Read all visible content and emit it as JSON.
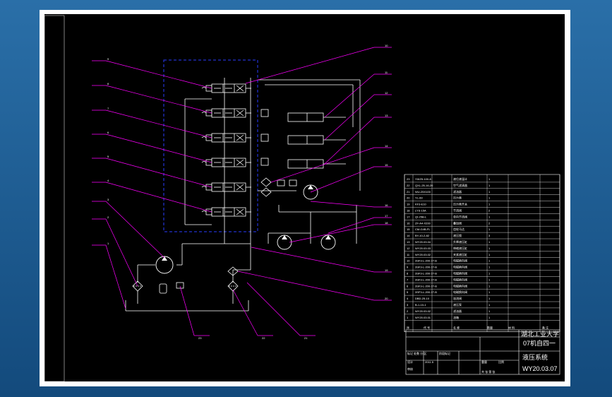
{
  "colors": {
    "background": "#1b5a90",
    "paper_border": "#ffffff",
    "sheet": "#000000",
    "lines": "#ffffff",
    "leaders": "#ff00ff",
    "dashed_box": "#2a3cff"
  },
  "callouts_left": [
    "9",
    "8",
    "7",
    "6",
    "5",
    "4",
    "3",
    "2",
    "1"
  ],
  "callouts_right": [
    "10",
    "11",
    "12",
    "13",
    "14",
    "15",
    "16",
    "17",
    "18",
    "19",
    "20"
  ],
  "callouts_bottom": [
    "23",
    "22",
    "21"
  ],
  "bom_rows": [
    {
      "no": "23",
      "code": "YWZ5-100-8",
      "name": "液位液温计",
      "qty": "1"
    },
    {
      "no": "22",
      "code": "QXL-25-16-20",
      "name": "空气滤清器",
      "qty": "1"
    },
    {
      "no": "21",
      "code": "WU-25X100",
      "name": "滤油器",
      "qty": "1"
    },
    {
      "no": "20",
      "code": "YL-60",
      "name": "压力表",
      "qty": "1"
    },
    {
      "no": "19",
      "code": "KF3-E10",
      "name": "压力表开关",
      "qty": "1"
    },
    {
      "no": "18",
      "code": "LYS-15A",
      "name": "节流阀",
      "qty": "2"
    },
    {
      "no": "17",
      "code": "QI-25B-L",
      "name": "单向节流阀",
      "qty": "1"
    },
    {
      "no": "16",
      "code": "ZF-A4-X200",
      "name": "叠加阀",
      "qty": "2"
    },
    {
      "no": "15",
      "code": "CM-G4B-FL",
      "name": "齿轮马达",
      "qty": "1"
    },
    {
      "no": "14",
      "code": "BY-10-2-82",
      "name": "液压锁",
      "qty": "3"
    },
    {
      "no": "13",
      "code": "WY20.03.04",
      "name": "升降液压缸",
      "qty": "1"
    },
    {
      "no": "12",
      "code": "WY20.03.03",
      "name": "伸缩液压缸",
      "qty": "1"
    },
    {
      "no": "11",
      "code": "WY20.03.02",
      "name": "夹紧液压缸",
      "qty": "1"
    },
    {
      "no": "10",
      "code": "3SF3-L-200-1T-B",
      "name": "电磁换向阀",
      "qty": "1"
    },
    {
      "no": "9",
      "code": "3SF3-L-200-1T-B",
      "name": "电磁换向阀",
      "qty": "1"
    },
    {
      "no": "8",
      "code": "3SF3-L-200-1T-B",
      "name": "电磁换向阀",
      "qty": "1"
    },
    {
      "no": "7",
      "code": "3SF3-L-200-1T-B",
      "name": "电磁换向阀",
      "qty": "1"
    },
    {
      "no": "6",
      "code": "3SF3-L-200-1T-B",
      "name": "电磁换向阀",
      "qty": "1"
    },
    {
      "no": "5",
      "code": "3SF3-L-200-1T-B",
      "name": "电磁换向阀",
      "qty": "1"
    },
    {
      "no": "4",
      "code": "DBD-25-10",
      "name": "溢流阀",
      "qty": "1"
    },
    {
      "no": "3",
      "code": "B-1-10-1",
      "name": "液压泵",
      "qty": "1"
    },
    {
      "no": "2",
      "code": "WY20.03.02",
      "name": "滤油器",
      "qty": "1"
    },
    {
      "no": "1",
      "code": "WY20.03.01",
      "name": "油箱",
      "qty": "1"
    }
  ],
  "bom_header": {
    "no": "序",
    "code": "代 号",
    "name": "名 称",
    "qty": "数量",
    "material": "材 料",
    "note": "备 注"
  },
  "title_block": {
    "school_line1": "湖北工业大学",
    "school_line2": "07机自四一",
    "drawing_title": "液压系统",
    "drawing_no": "WY20.03.07",
    "mark_label": "标记 处数 分 区",
    "design_label": "设计",
    "check_label": "审核",
    "craft_label": "工艺",
    "approve_label": "批准",
    "date": "2011.5",
    "stage_label": "阶段标记",
    "weight_label": "重量",
    "scale_label": "比例",
    "sheet_label": "共  张 第  张"
  }
}
